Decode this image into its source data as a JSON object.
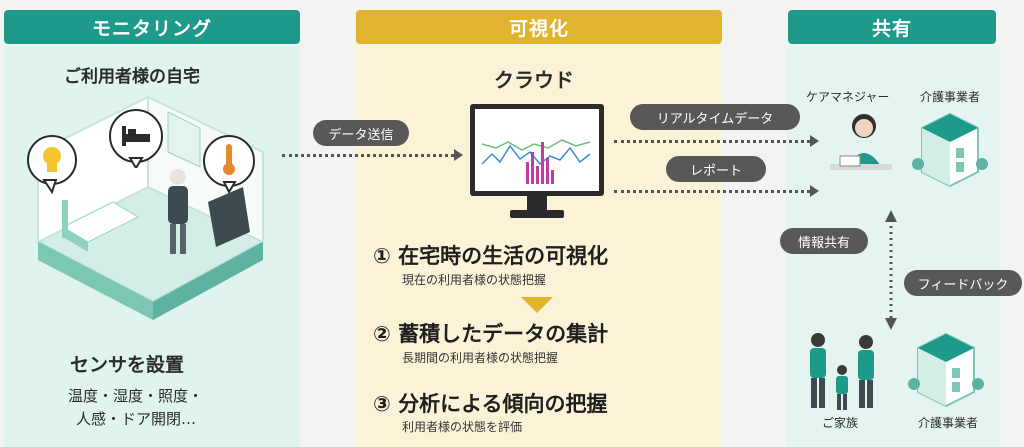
{
  "headers": {
    "monitoring": "モニタリング",
    "visualize": "可視化",
    "share": "共有"
  },
  "left": {
    "home_label": "ご利用者様の自宅",
    "sensor_title": "センサを設置",
    "sensor_list_1": "温度・湿度・照度・",
    "sensor_list_2": "人感・ドア開閉…"
  },
  "middle": {
    "cloud_label": "クラウド",
    "steps": [
      {
        "title": "① 在宅時の生活の可視化",
        "sub": "現在の利用者様の状態把握"
      },
      {
        "title": "② 蓄積したデータの集計",
        "sub": "長期間の利用者様の状態把握"
      },
      {
        "title": "③ 分析による傾向の把握",
        "sub": "利用者様の状態を評価"
      }
    ]
  },
  "arrows": {
    "data_send": "データ送信",
    "realtime": "リアルタイムデータ",
    "report": "レポート",
    "info_share": "情報共有",
    "feedback": "フィードバック"
  },
  "right": {
    "care_manager": "ケアマネジャー",
    "care_provider_top": "介護事業者",
    "family": "ご家族",
    "care_provider_bottom": "介護事業者"
  },
  "colors": {
    "teal": "#1e9a8a",
    "gold": "#e2b32d",
    "pill": "#585858"
  }
}
